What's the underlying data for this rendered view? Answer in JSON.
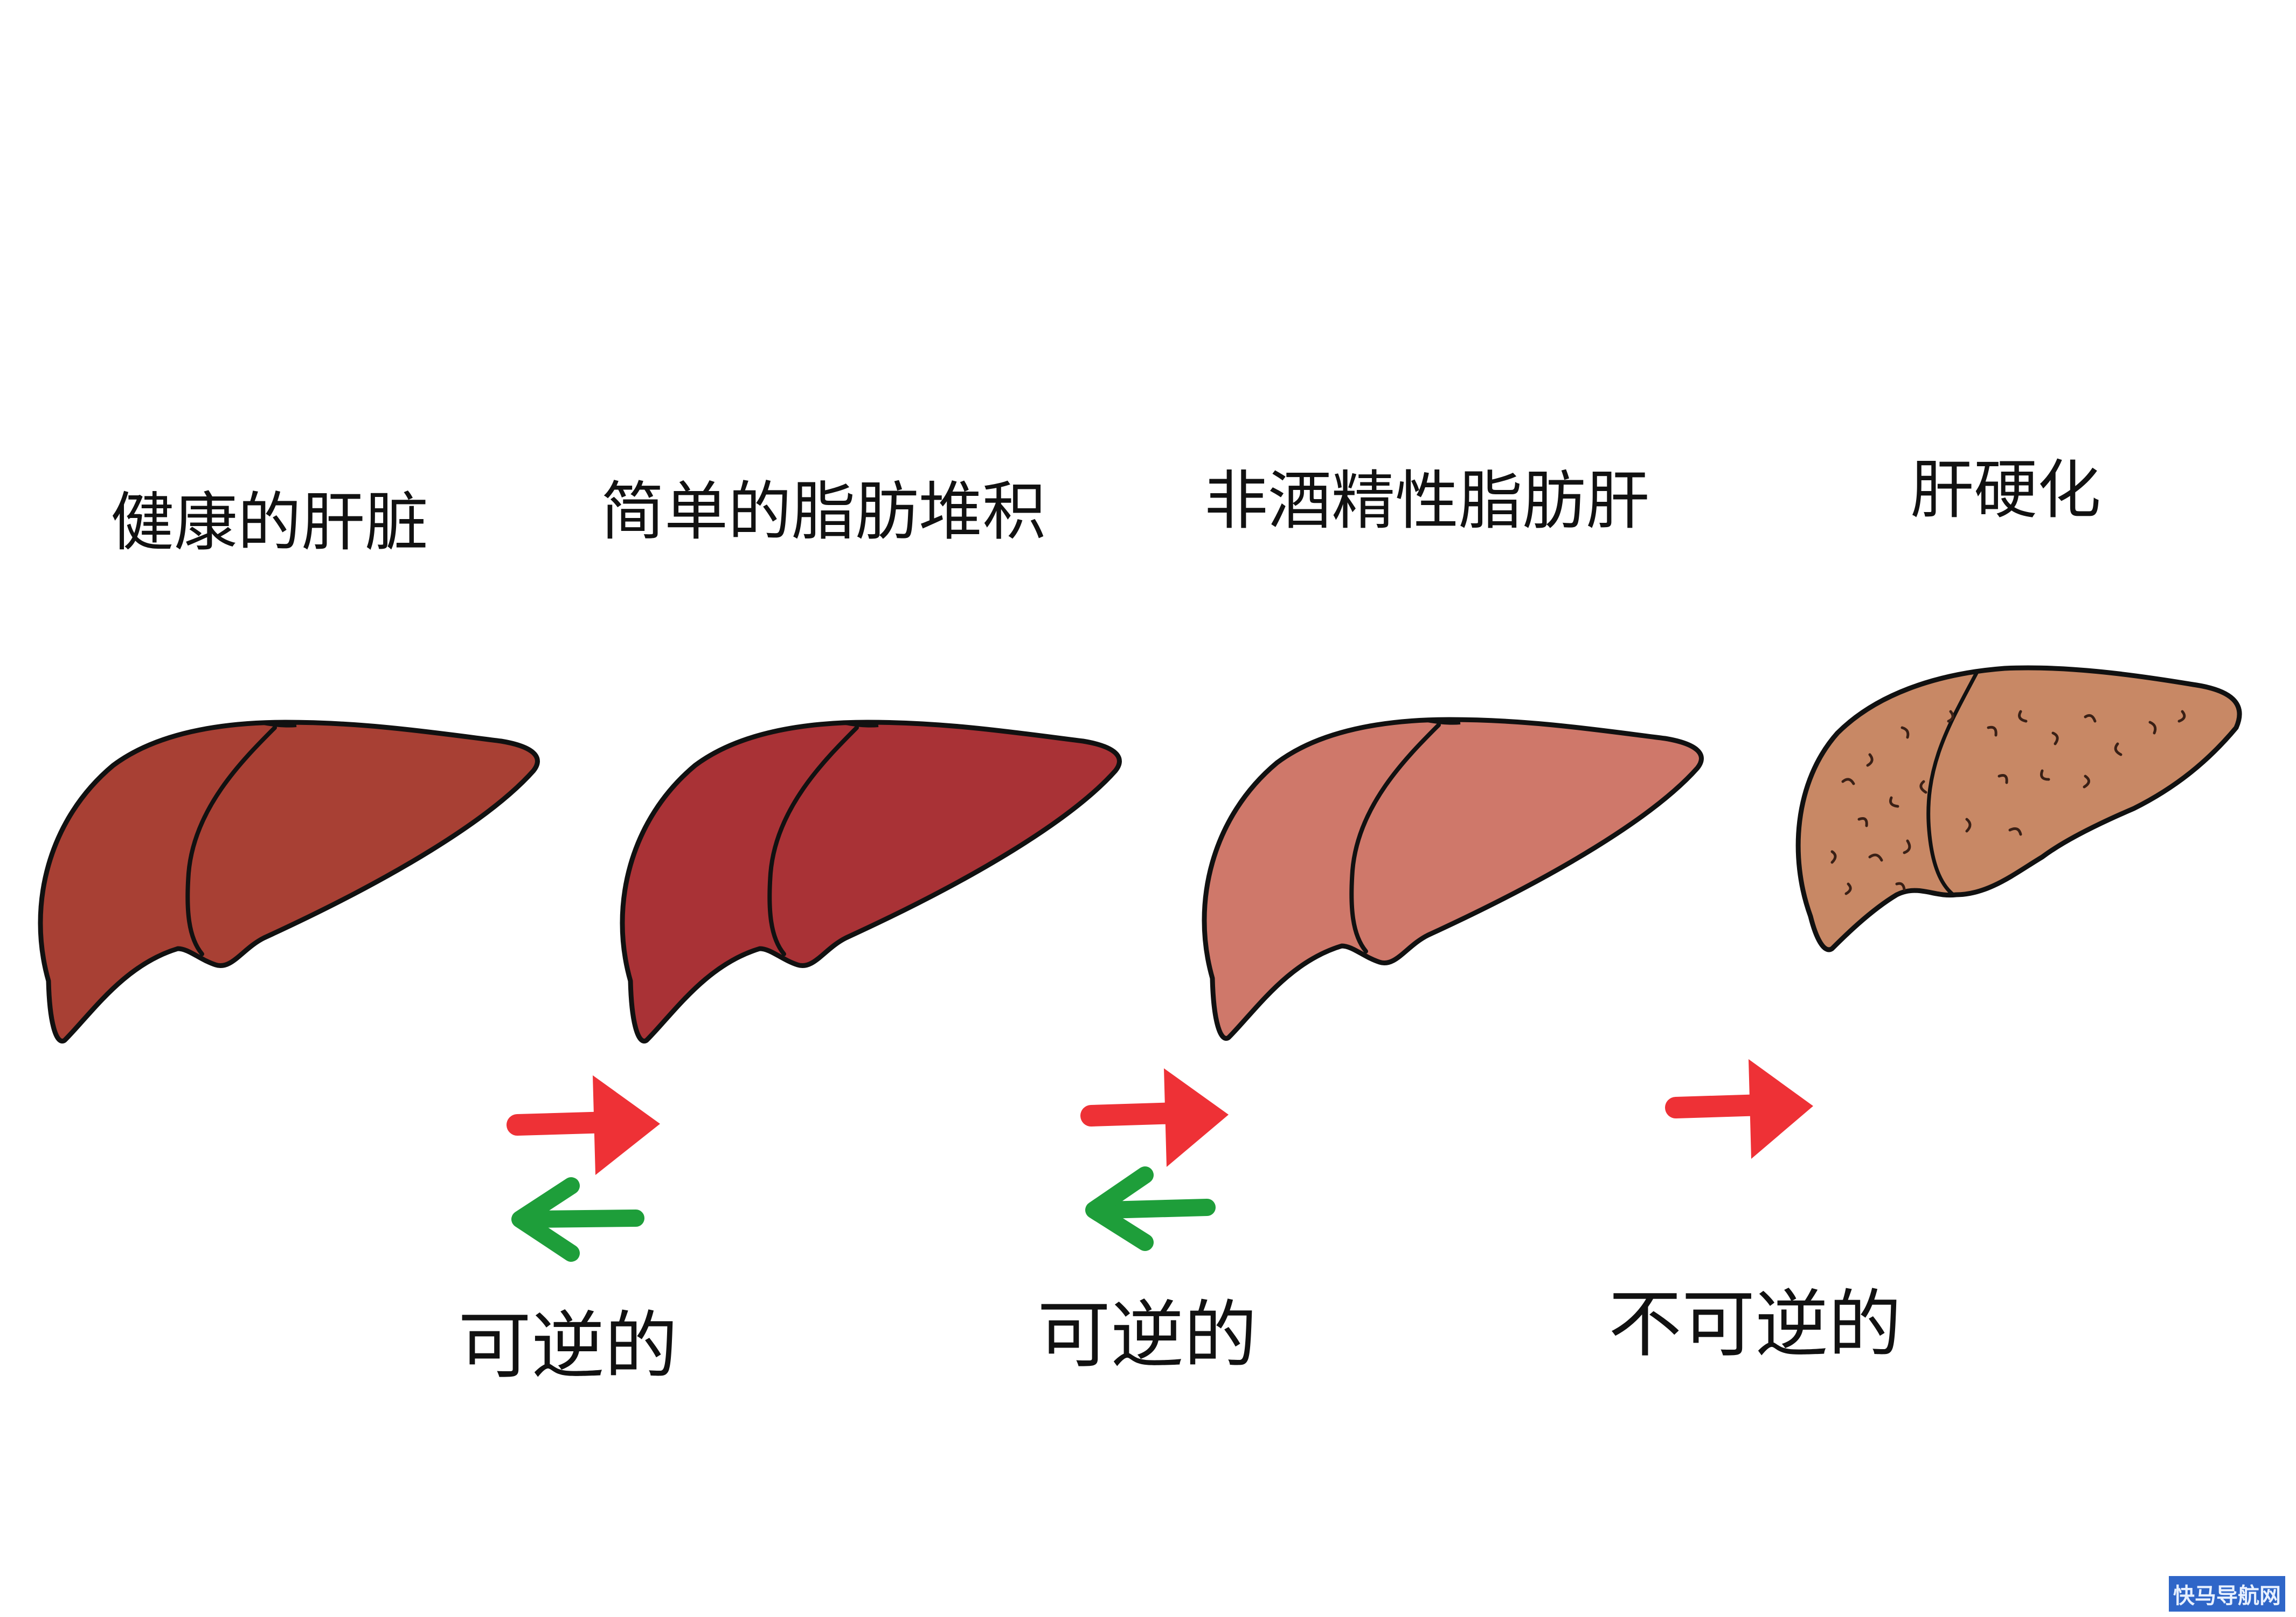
{
  "stages": [
    {
      "label": "健康的肝脏",
      "color": "#a84034"
    },
    {
      "label": "简单的脂肪堆积",
      "color": "#a93236"
    },
    {
      "label": "非酒精性脂肪肝",
      "color": "#cf786a"
    },
    {
      "label": "肝硬化",
      "color": "#c88865"
    }
  ],
  "transitions": [
    {
      "label": "可逆的",
      "arrows": [
        "forward-red",
        "backward-green"
      ]
    },
    {
      "label": "可逆的",
      "arrows": [
        "forward-red",
        "backward-green"
      ]
    },
    {
      "label": "不可逆的",
      "arrows": [
        "forward-red"
      ]
    }
  ],
  "colors": {
    "forward": "#ee3136",
    "backward": "#1e9e3a",
    "outline": "#111111"
  },
  "watermark": "快马导航网"
}
